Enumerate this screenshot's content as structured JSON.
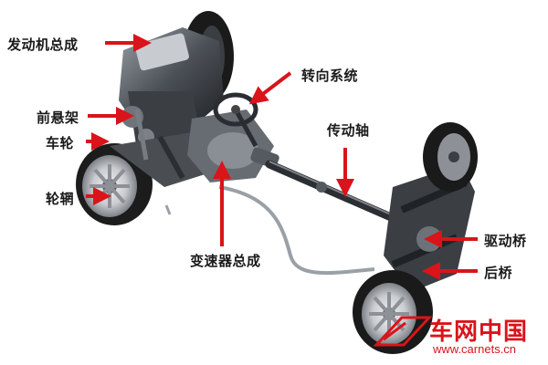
{
  "diagram": {
    "labels": {
      "engine_assembly": "发动机总成",
      "steering_system": "转向系统",
      "front_suspension": "前悬架",
      "wheel": "车轮",
      "drive_shaft": "传动轴",
      "rim": "轮辋",
      "transmission_assembly": "变速器总成",
      "drive_axle": "驱动桥",
      "rear_axle": "后桥"
    },
    "arrow_color": "#d9141b"
  },
  "watermark": {
    "brand_name": "车网中国",
    "brand_url": "www.carnets.cn"
  }
}
